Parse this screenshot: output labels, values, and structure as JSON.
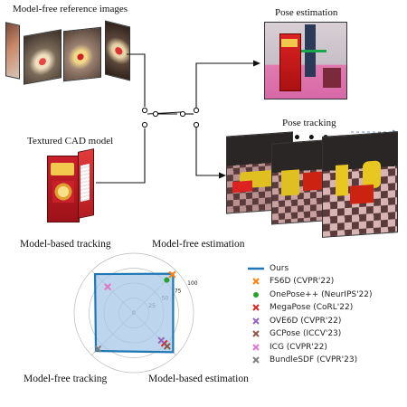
{
  "top": {
    "reference_caption": "Model-free reference images",
    "cad_caption": "Textured CAD model",
    "pose_estimation_caption": "Pose estimation",
    "pose_tracking_caption": "Pose tracking",
    "ellipsis": "• • •"
  },
  "radar": {
    "axis_labels": {
      "top_left": "Model-based tracking",
      "top_right": "Model-free estimation",
      "bottom_left": "Model-free tracking",
      "bottom_right": "Model-based estimation"
    },
    "ticks": [
      "0",
      "25",
      "50",
      "75",
      "100"
    ]
  },
  "chart_data": {
    "type": "radar",
    "axes": [
      "Model-free estimation",
      "Model-based tracking",
      "Model-free tracking",
      "Model-based estimation"
    ],
    "rmax": 100,
    "ticks": [
      0,
      25,
      50,
      75,
      100
    ],
    "series": [
      {
        "name": "Ours",
        "color": "#1f77b4",
        "marker": "fill",
        "values": [
          93,
          92,
          90,
          93
        ]
      },
      {
        "name": "FS6D (CVPR'22)",
        "color": "#ff7f0e",
        "marker": "x",
        "values": [
          91,
          null,
          null,
          null
        ]
      },
      {
        "name": "OnePose++ (NeurIPS'22)",
        "color": "#2ca02c",
        "marker": "dot",
        "values": [
          78,
          null,
          null,
          null
        ]
      },
      {
        "name": "MegaPose (CoRL'22)",
        "color": "#d62728",
        "marker": "x",
        "values": [
          null,
          null,
          null,
          72
        ]
      },
      {
        "name": "OVE6D (CVPR'22)",
        "color": "#9467bd",
        "marker": "x",
        "values": [
          null,
          null,
          null,
          65
        ]
      },
      {
        "name": "GCPose (ICCV'23)",
        "color": "#8c564b",
        "marker": "x",
        "values": [
          null,
          null,
          null,
          79
        ]
      },
      {
        "name": "ICG (CVPR'22)",
        "color": "#e377c2",
        "marker": "x",
        "values": [
          null,
          62,
          null,
          null
        ]
      },
      {
        "name": "BundleSDF (CVPR'23)",
        "color": "#7f7f7f",
        "marker": "x",
        "values": [
          null,
          null,
          85,
          null
        ]
      }
    ],
    "legend_position": "right"
  },
  "legend": {
    "items": [
      {
        "label": "Ours",
        "color": "#1f77b4",
        "marker": "line"
      },
      {
        "label": "FS6D (CVPR'22)",
        "color": "#ff7f0e",
        "marker": "x"
      },
      {
        "label": "OnePose++ (NeurIPS'22)",
        "color": "#2ca02c",
        "marker": "dot"
      },
      {
        "label": "MegaPose (CoRL'22)",
        "color": "#d62728",
        "marker": "x"
      },
      {
        "label": "OVE6D (CVPR'22)",
        "color": "#9467bd",
        "marker": "x"
      },
      {
        "label": "GCPose (ICCV'23)",
        "color": "#8c564b",
        "marker": "x"
      },
      {
        "label": "ICG (CVPR'22)",
        "color": "#e377c2",
        "marker": "x"
      },
      {
        "label": "BundleSDF (CVPR'23)",
        "color": "#7f7f7f",
        "marker": "x"
      }
    ]
  },
  "colors": {
    "ours_fill": "#a7c7e7",
    "ours_stroke": "#1f77b4",
    "grid": "#bbbbbb",
    "cad_box": "#c8202a",
    "cad_box_accent": "#f2c94c"
  }
}
